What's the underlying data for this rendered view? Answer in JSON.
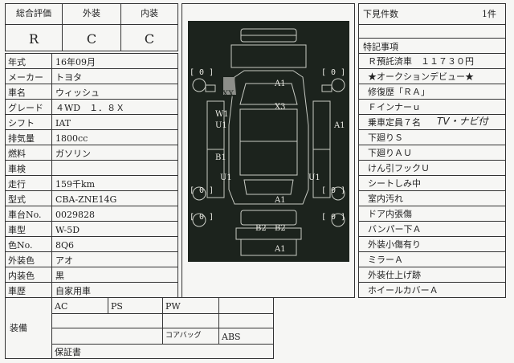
{
  "grades": {
    "overall_label": "総合評価",
    "exterior_label": "外装",
    "interior_label": "内装",
    "overall": "R",
    "exterior": "C",
    "interior": "C"
  },
  "specs": [
    {
      "label": "年式",
      "value": "16年09月"
    },
    {
      "label": "メーカー",
      "value": "トヨタ"
    },
    {
      "label": "車名",
      "value": "ウィッシュ"
    },
    {
      "label": "グレード",
      "value": "４WD　１．８Ｘ"
    },
    {
      "label": "シフト",
      "value": "IAT"
    },
    {
      "label": "排気量",
      "value": "1800cc"
    },
    {
      "label": "燃料",
      "value": "ガソリン"
    },
    {
      "label": "車検",
      "value": ""
    },
    {
      "label": "走行",
      "value": "159千km"
    },
    {
      "label": "型式",
      "value": "CBA-ZNE14G"
    },
    {
      "label": "車台No.",
      "value": "0029828"
    },
    {
      "label": "車型",
      "value": "W-5D"
    },
    {
      "label": "色No.",
      "value": "8Q6"
    },
    {
      "label": "外装色",
      "value": "アオ"
    },
    {
      "label": "内装色",
      "value": "黒"
    },
    {
      "label": "車歴",
      "value": "自家用車"
    }
  ],
  "equipment": {
    "label": "装備",
    "items": [
      "AC",
      "PS",
      "PW",
      "コアバッグ",
      "ABS",
      "保証書"
    ]
  },
  "diagram": {
    "codes": [
      "A1",
      "XX",
      "X3",
      "W1",
      "U1",
      "A1",
      "B1",
      "U1",
      "U1",
      "A1",
      "B2",
      "B2",
      "A1"
    ],
    "brackets": [
      "[ 0 ]",
      "[ 0 ]",
      "[ 0 ]",
      "[ 0 ]",
      "[ 0 ]",
      "[ 0 ]"
    ]
  },
  "notes": {
    "shita_label": "下見件数",
    "shita_count": "1件",
    "title": "特記事項",
    "lines": [
      "Ｒ預託済車　１１７３０円",
      "★オークションデビュー★",
      "修復歴「ＲＡ」",
      "Ｆインナーｕ",
      "乗車定員７名",
      "下廻りＳ",
      "下廻りＡＵ",
      "けん引フックＵ",
      "シートしみ中",
      "室内汚れ",
      "ドア内張傷",
      "バンパー下Ａ",
      "外装小傷有り",
      "ミラーＡ",
      "外装仕上げ跡",
      "ホイールカバーＡ"
    ],
    "handwritten": "TV・ナビ付"
  }
}
